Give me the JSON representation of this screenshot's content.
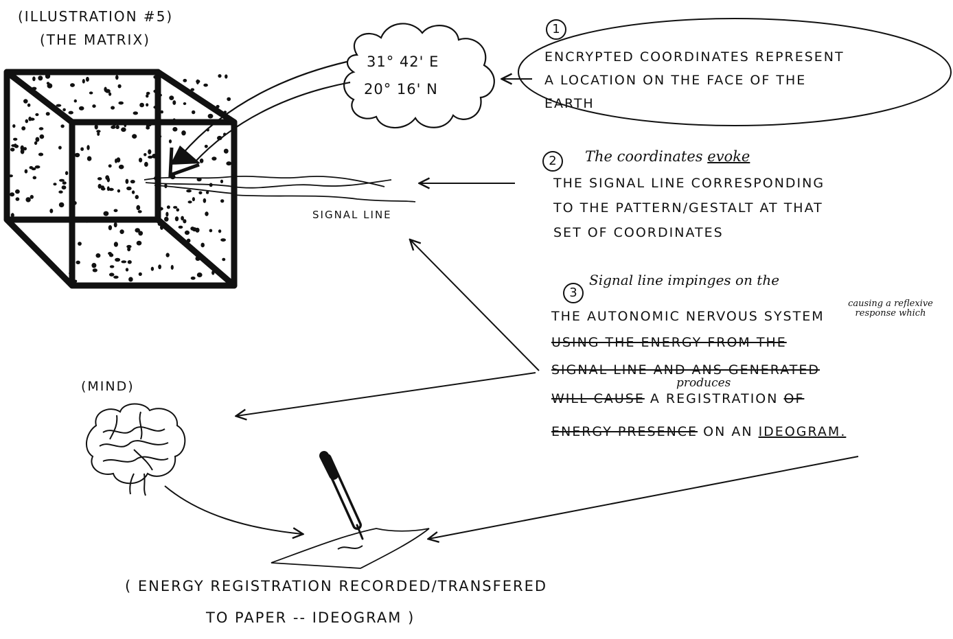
{
  "illustration": {
    "title": "(ILLUSTRATION #5)",
    "subtitle": "(THE MATRIX)"
  },
  "cloud": {
    "line1": "31° 42' E",
    "line2": "20° 16' N"
  },
  "note1": {
    "number": "1",
    "line1": "ENCRYPTED COORDINATES REPRESENT",
    "line2": "A LOCATION ON THE FACE OF THE",
    "line3": "EARTH"
  },
  "note2": {
    "number": "2",
    "script_line": "The coordinates",
    "script_evoke": "evoke",
    "line1": "THE SIGNAL LINE CORRESPONDING",
    "line2": "TO THE PATTERN/GESTALT AT THAT",
    "line3": "SET OF COORDINATES"
  },
  "signal_label": "SIGNAL LINE",
  "note3": {
    "number": "3",
    "script_line": "Signal line impinges on the",
    "line1": "THE AUTONOMIC NERVOUS SYSTEM",
    "aside": "causing a reflexive response which",
    "line2_struck": "USING THE ENERGY FROM THE",
    "line3_struck": "SIGNAL LINE AND ANS GENERATED",
    "line4_struck_a": "WILL CAUSE",
    "line4_insert": "produces",
    "line4_b": "A REGISTRATION",
    "line4_struck_c": "OF",
    "line5_struck": "ENERGY PRESENCE",
    "line5_b": "ON AN",
    "line5_underlined": "IDEOGRAM."
  },
  "mind_label": "(MIND)",
  "bottom_caption": {
    "line1": "( ENERGY REGISTRATION RECORDED/TRANSFERED",
    "line2": "TO PAPER -- IDEOGRAM )"
  }
}
